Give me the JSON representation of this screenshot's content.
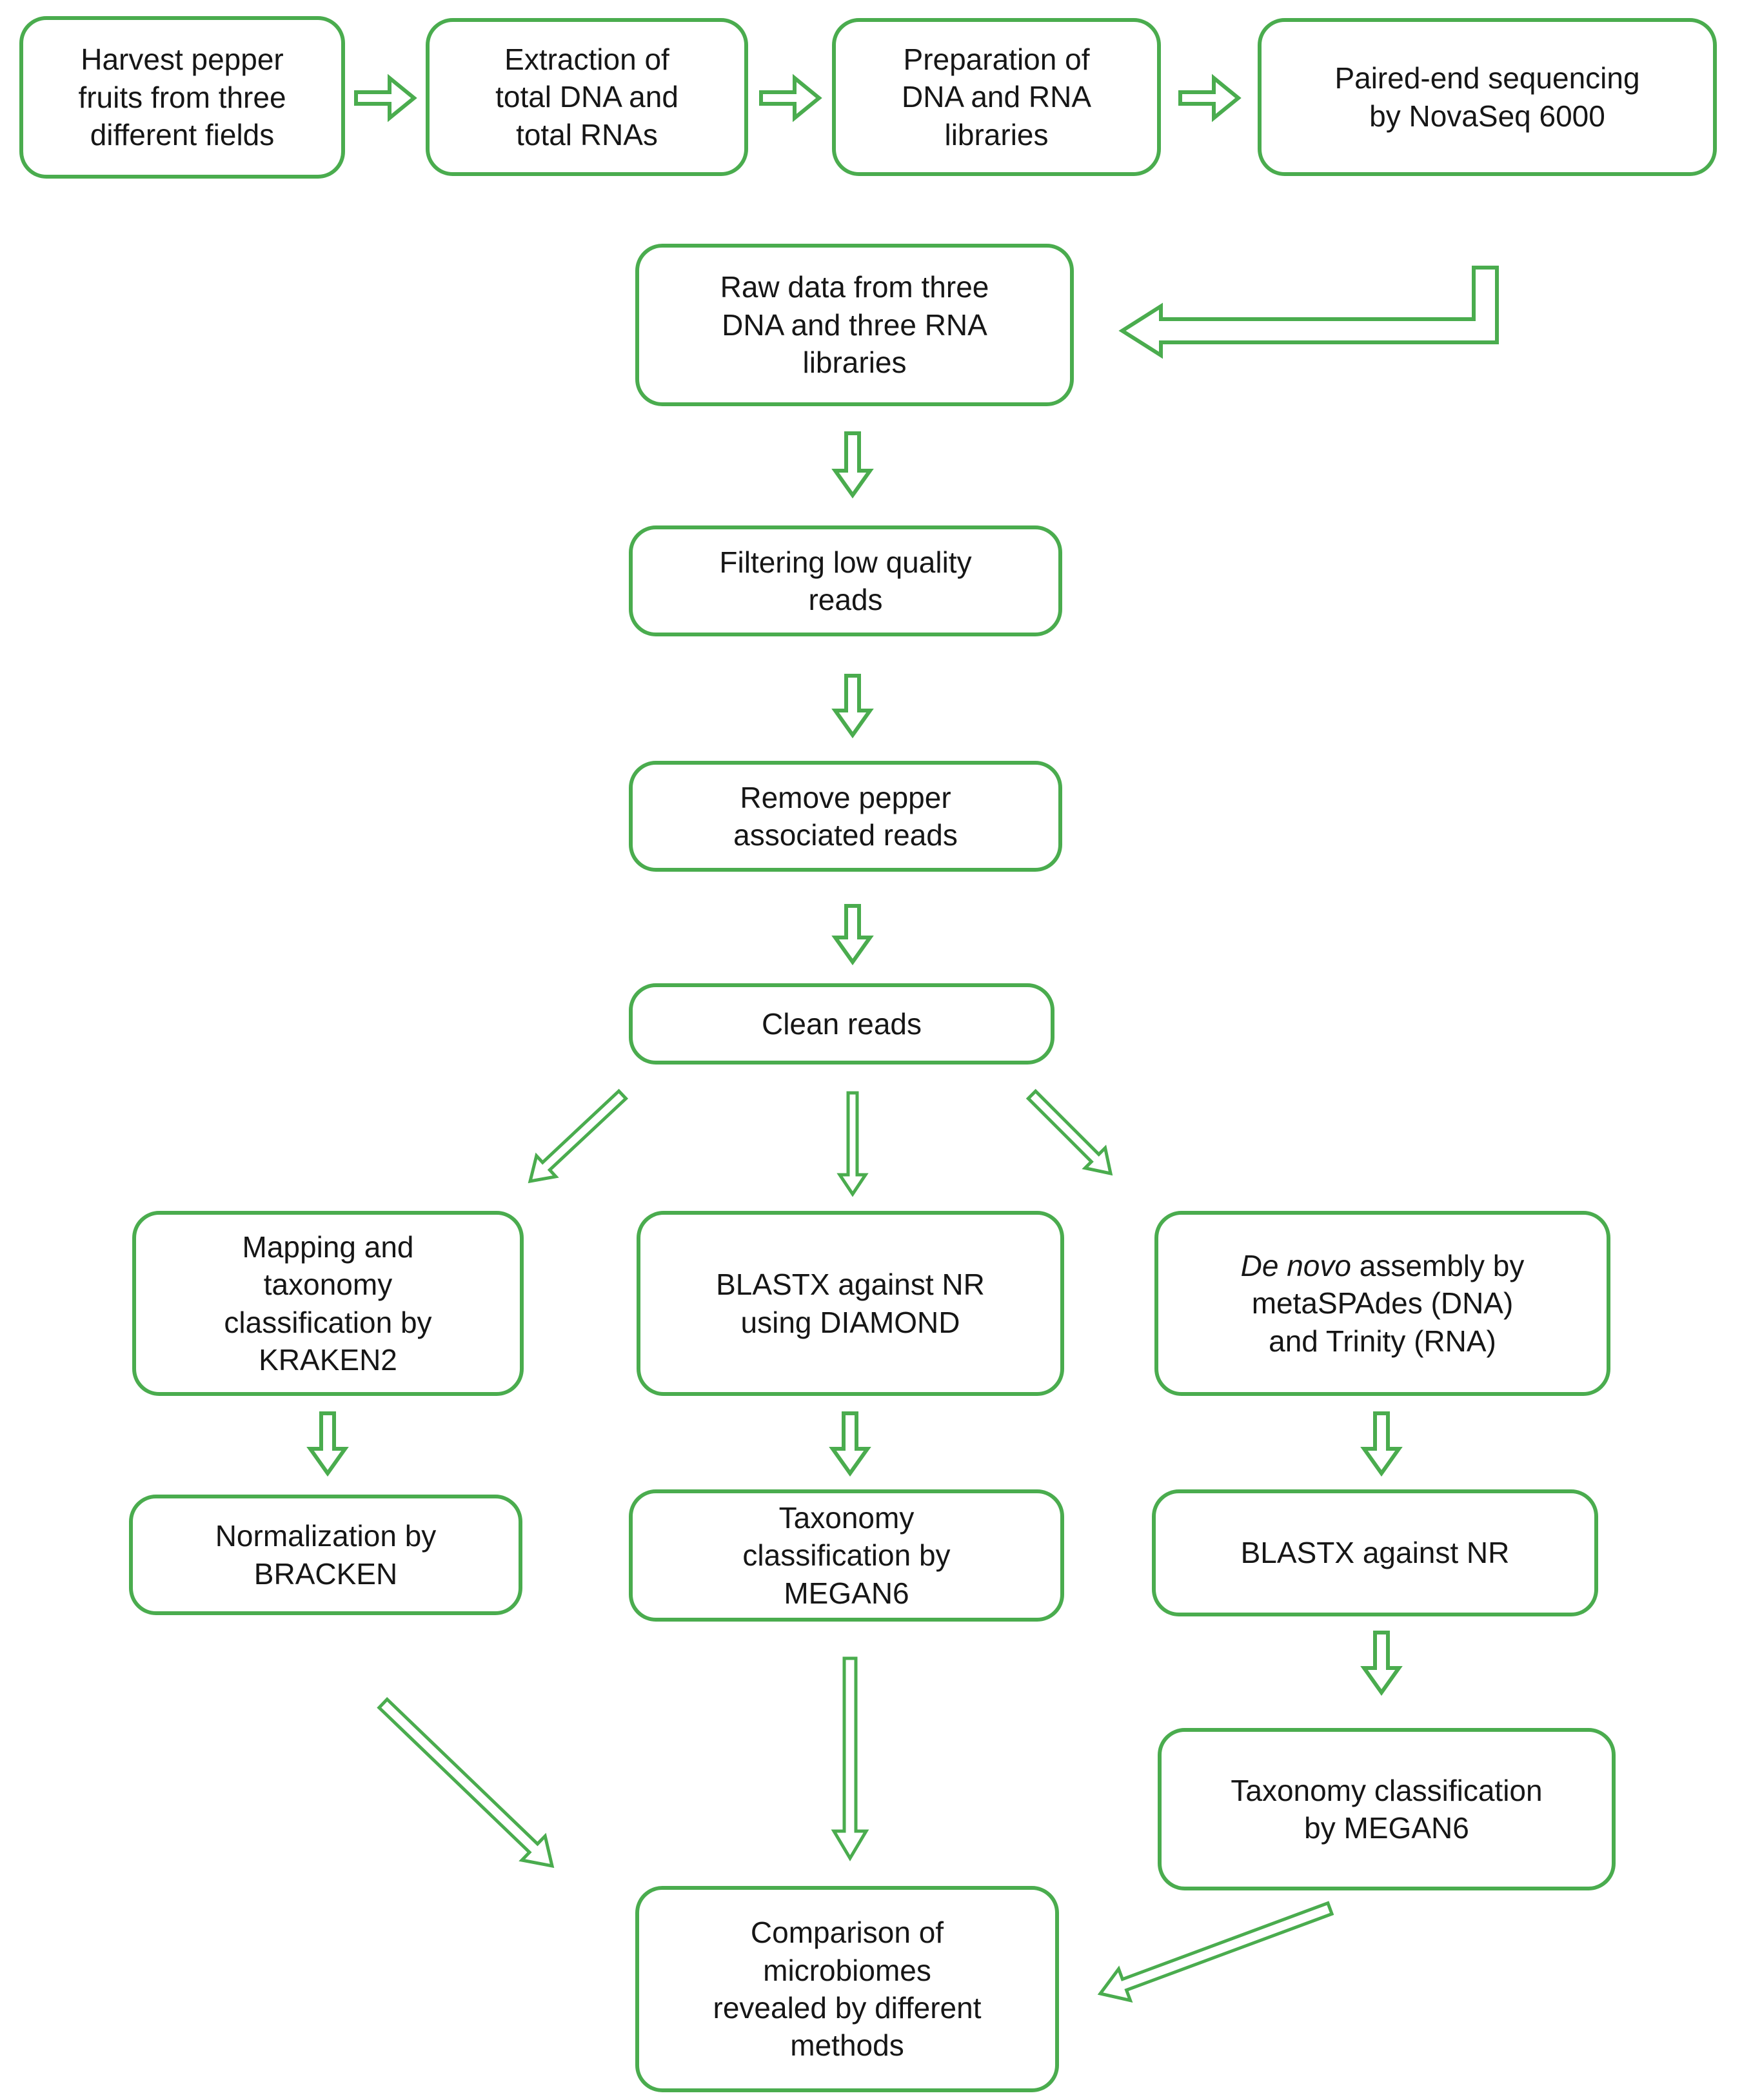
{
  "diagram": {
    "description": "Flowchart of pepper fruit metagenome and metatranscriptome analysis workflow",
    "colors": {
      "accent": "#4AAC4E",
      "text": "#161616",
      "background": "#FFFFFF"
    },
    "boxes": {
      "harvest": {
        "lines": [
          "Harvest pepper",
          "fruits from three",
          "different fields"
        ]
      },
      "extraction": {
        "lines": [
          "Extraction of",
          "total DNA and",
          "total RNAs"
        ]
      },
      "preparation": {
        "lines": [
          "Preparation of",
          "DNA and RNA",
          "libraries"
        ]
      },
      "sequencing": {
        "lines": [
          "Paired-end sequencing",
          "by NovaSeq 6000"
        ]
      },
      "raw_data": {
        "lines": [
          "Raw data from three",
          "DNA and three RNA",
          "libraries"
        ]
      },
      "filtering": {
        "lines": [
          "Filtering low quality",
          "reads"
        ]
      },
      "remove_pepper": {
        "lines": [
          "Remove pepper",
          "associated reads"
        ]
      },
      "clean_reads": {
        "lines": [
          "Clean reads"
        ]
      },
      "kraken": {
        "lines": [
          "Mapping and",
          "taxonomy",
          "classification by",
          "KRAKEN2"
        ]
      },
      "diamond": {
        "lines": [
          "BLASTX against NR",
          "using DIAMOND"
        ]
      },
      "denovo": {
        "line1_italic": "De novo",
        "line1_rest": " assembly by",
        "line2": "metaSPAdes (DNA)",
        "line3": "and Trinity (RNA)"
      },
      "bracken": {
        "lines": [
          "Normalization by",
          "BRACKEN"
        ]
      },
      "megan_middle": {
        "lines": [
          "Taxonomy",
          "classification by",
          "MEGAN6"
        ]
      },
      "blastx_right": {
        "lines": [
          "BLASTX against NR"
        ]
      },
      "megan_right": {
        "lines": [
          "Taxonomy classification",
          "by MEGAN6"
        ]
      },
      "comparison": {
        "lines": [
          "Comparison of",
          "microbiomes",
          "revealed by different",
          "methods"
        ]
      }
    },
    "edges": [
      {
        "from": "harvest",
        "to": "extraction"
      },
      {
        "from": "extraction",
        "to": "preparation"
      },
      {
        "from": "preparation",
        "to": "sequencing"
      },
      {
        "from": "sequencing",
        "to": "raw_data"
      },
      {
        "from": "raw_data",
        "to": "filtering"
      },
      {
        "from": "filtering",
        "to": "remove_pepper"
      },
      {
        "from": "remove_pepper",
        "to": "clean_reads"
      },
      {
        "from": "clean_reads",
        "to": "kraken"
      },
      {
        "from": "clean_reads",
        "to": "diamond"
      },
      {
        "from": "clean_reads",
        "to": "denovo"
      },
      {
        "from": "kraken",
        "to": "bracken"
      },
      {
        "from": "diamond",
        "to": "megan_middle"
      },
      {
        "from": "denovo",
        "to": "blastx_right"
      },
      {
        "from": "blastx_right",
        "to": "megan_right"
      },
      {
        "from": "bracken",
        "to": "comparison"
      },
      {
        "from": "megan_middle",
        "to": "comparison"
      },
      {
        "from": "megan_right",
        "to": "comparison"
      }
    ]
  }
}
